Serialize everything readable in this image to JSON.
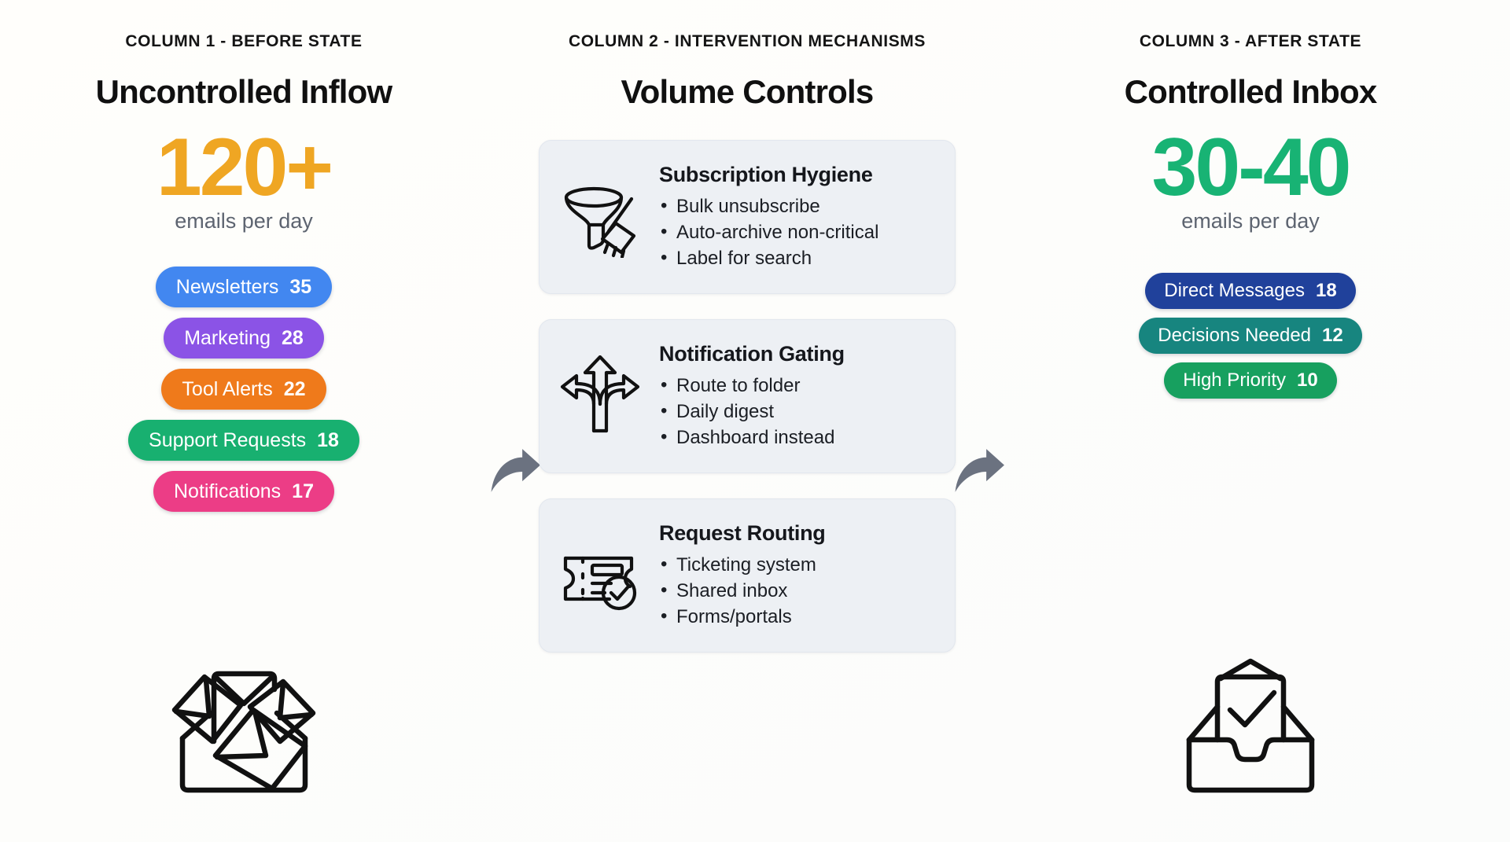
{
  "columns": {
    "before": {
      "eyebrow": "COLUMN 1 - BEFORE STATE",
      "title": "Uncontrolled Inflow",
      "stat": "120+",
      "stat_sub": "emails per day",
      "stat_color": "#efa623",
      "icon": "overflowing-inbox-icon",
      "pills": [
        {
          "label": "Newsletters",
          "count": "35",
          "color": "#4287f0"
        },
        {
          "label": "Marketing",
          "count": "28",
          "color": "#8b53e6"
        },
        {
          "label": "Tool Alerts",
          "count": "22",
          "color": "#ef7a1b"
        },
        {
          "label": "Support Requests",
          "count": "18",
          "color": "#18b070"
        },
        {
          "label": "Notifications",
          "count": "17",
          "color": "#ec3d86"
        }
      ]
    },
    "middle": {
      "eyebrow": "COLUMN 2 - INTERVENTION MECHANISMS",
      "title": "Volume Controls",
      "cards": [
        {
          "icon": "funnel-broom-icon",
          "title": "Subscription Hygiene",
          "items": [
            "Bulk unsubscribe",
            "Auto-archive non-critical",
            "Label for search"
          ]
        },
        {
          "icon": "three-way-arrow-icon",
          "title": "Notification Gating",
          "items": [
            "Route to folder",
            "Daily digest",
            "Dashboard instead"
          ]
        },
        {
          "icon": "ticket-check-icon",
          "title": "Request Routing",
          "items": [
            "Ticketing system",
            "Shared inbox",
            "Forms/portals"
          ]
        }
      ]
    },
    "after": {
      "eyebrow": "COLUMN 3 - AFTER STATE",
      "title": "Controlled Inbox",
      "stat": "30-40",
      "stat_sub": "emails per day",
      "stat_color": "#18b374",
      "icon": "tidy-inbox-check-icon",
      "pills": [
        {
          "label": "Direct Messages",
          "count": "18",
          "color": "#20419b"
        },
        {
          "label": "Decisions Needed",
          "count": "12",
          "color": "#17857f"
        },
        {
          "label": "High Priority",
          "count": "10",
          "color": "#17a05f"
        }
      ]
    }
  },
  "arrows": {
    "first": "curved-arrow-right-icon",
    "second": "curved-arrow-right-icon",
    "color": "#6b7280"
  }
}
